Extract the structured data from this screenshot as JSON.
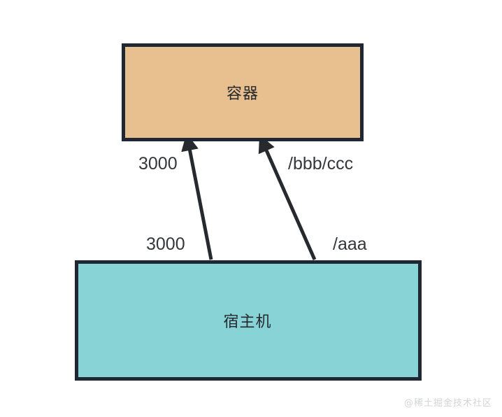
{
  "diagram": {
    "nodes": [
      {
        "id": "container",
        "label": "容器",
        "fill": "#e8bf8f",
        "stroke": "#1f2733"
      },
      {
        "id": "host",
        "label": "宿主机",
        "fill": "#87d3d6",
        "stroke": "#1f2733"
      }
    ],
    "edges": [
      {
        "id": "port-mapping",
        "from": "host",
        "to": "container",
        "source_label": "3000",
        "target_label": "3000"
      },
      {
        "id": "volume-mapping",
        "from": "host",
        "to": "container",
        "source_label": "/aaa",
        "target_label": "/bbb/ccc"
      }
    ],
    "arrow_color": "#26292e"
  },
  "watermark": {
    "text": "@稀土掘金技术社区"
  }
}
